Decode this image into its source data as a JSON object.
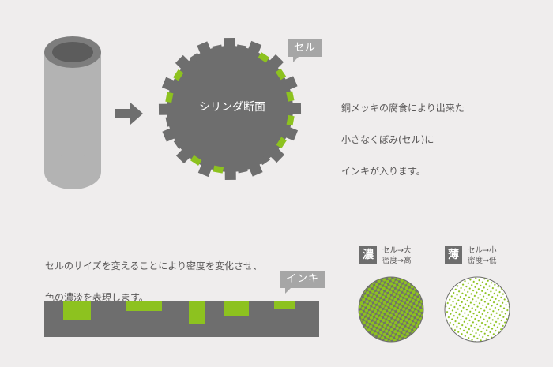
{
  "colors": {
    "background": "#efeded",
    "cylinder_body": "#b3b3b3",
    "cylinder_dark": "#6e6e6e",
    "section_gray": "#6e6e6e",
    "cell_green": "#8dc21f",
    "tag_gray": "#a6a6a6",
    "text": "#595757"
  },
  "cylinder": {
    "section_label": "シリンダ断面",
    "cell_tag": "セル",
    "arrow": "right-arrow-icon"
  },
  "description_top": {
    "lines": [
      "銅メッキの腐食により出来た",
      "小さなくぼみ(セル)に",
      "インキが入ります。"
    ]
  },
  "description_bottom": {
    "lines": [
      "セルのサイズを変えることにより密度を変化させ、",
      "色の濃淡を表現します。"
    ]
  },
  "ink_strip": {
    "ink_tag": "インキ"
  },
  "density": {
    "dark": {
      "kanji": "濃",
      "line1": "セル→大",
      "line2": "密度→高"
    },
    "light": {
      "kanji": "薄",
      "line1": "セル→小",
      "line2": "密度→低"
    }
  }
}
